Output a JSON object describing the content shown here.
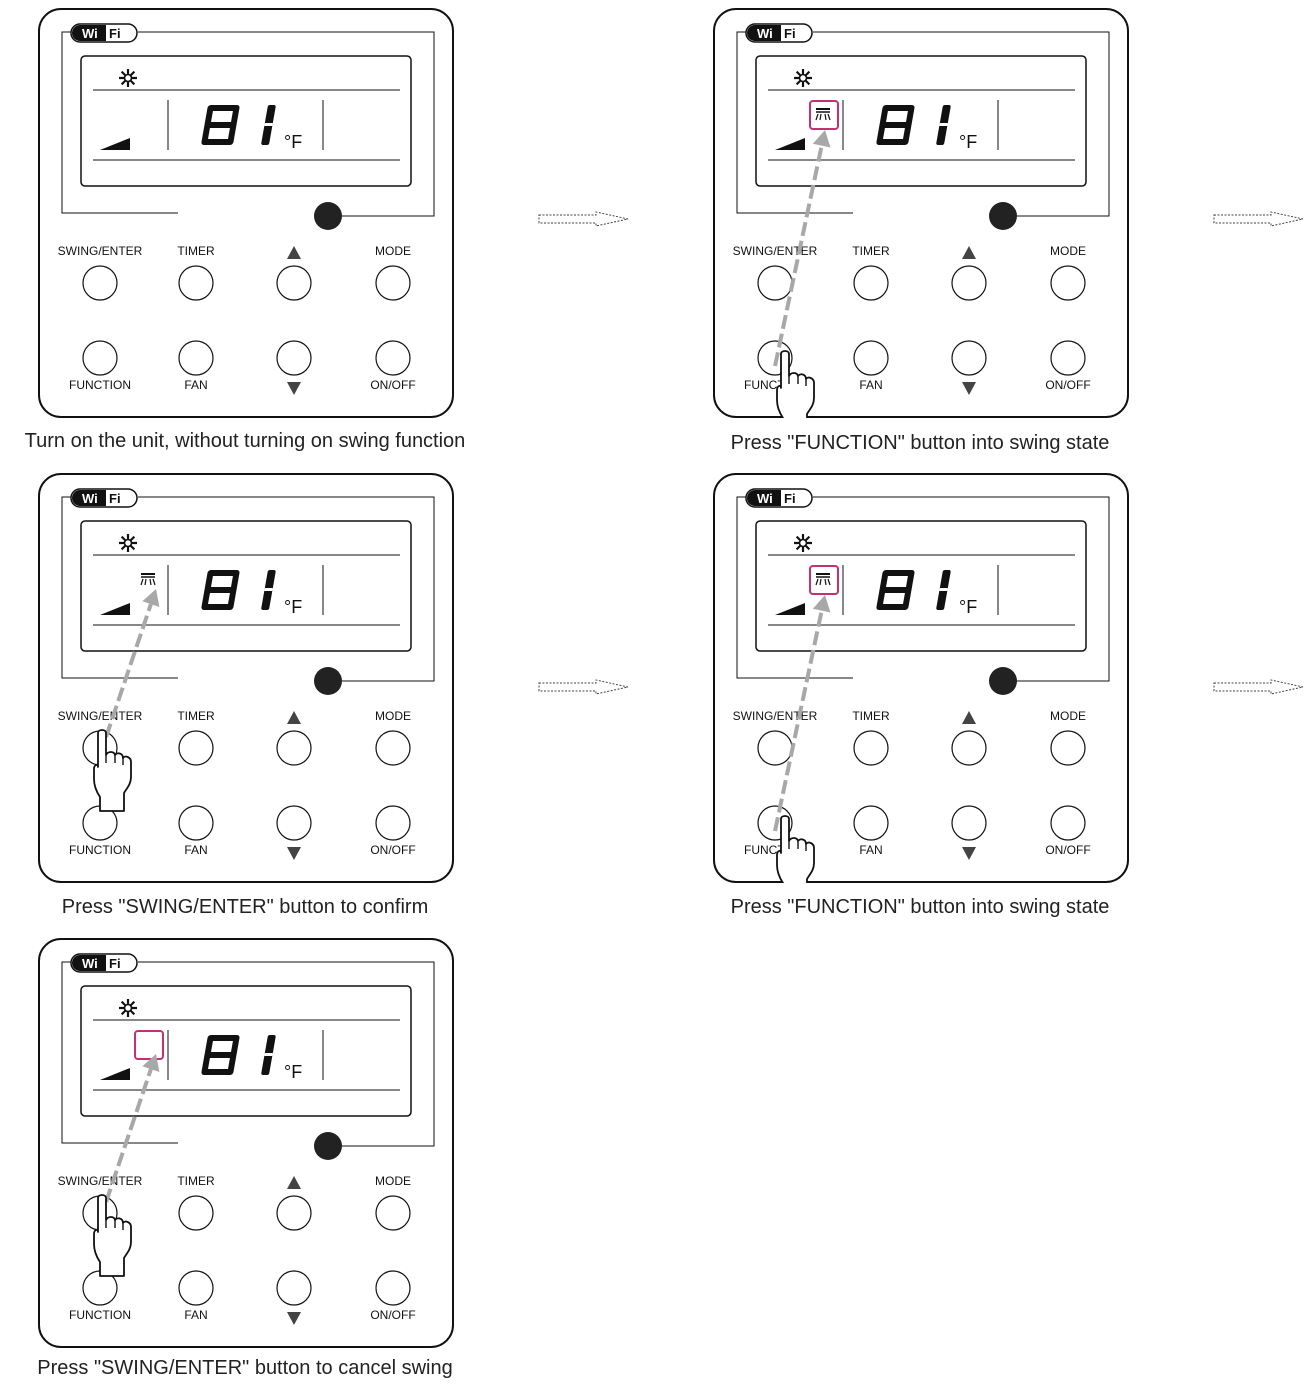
{
  "common": {
    "wifi_badge_left": "Wi",
    "wifi_badge_right": "Fi",
    "temperature": "81",
    "unit": "°F",
    "buttons": {
      "swing_enter": "SWING/ENTER",
      "timer": "TIMER",
      "mode": "MODE",
      "function": "FUNCTION",
      "fan": "FAN",
      "on_off": "ON/OFF"
    }
  },
  "steps": [
    {
      "caption": "Turn on the unit, without turning on swing function",
      "swing_icon": false,
      "highlight": false,
      "hand": "none"
    },
    {
      "caption": "Press \"FUNCTION\" button into swing state",
      "swing_icon": true,
      "highlight": true,
      "hand": "function"
    },
    {
      "caption": "Press \"SWING/ENTER\" button to confirm",
      "swing_icon": true,
      "highlight": false,
      "hand": "swing"
    },
    {
      "caption": "Press \"FUNCTION\" button into swing state",
      "swing_icon": true,
      "highlight": true,
      "hand": "function"
    },
    {
      "caption": "Press \"SWING/ENTER\" button to cancel swing",
      "swing_icon": false,
      "highlight": true,
      "hand": "swing"
    }
  ],
  "colors": {
    "outline": "#222222",
    "highlight": "#c2326f",
    "pointer_arrow": "#a8a8a8"
  }
}
